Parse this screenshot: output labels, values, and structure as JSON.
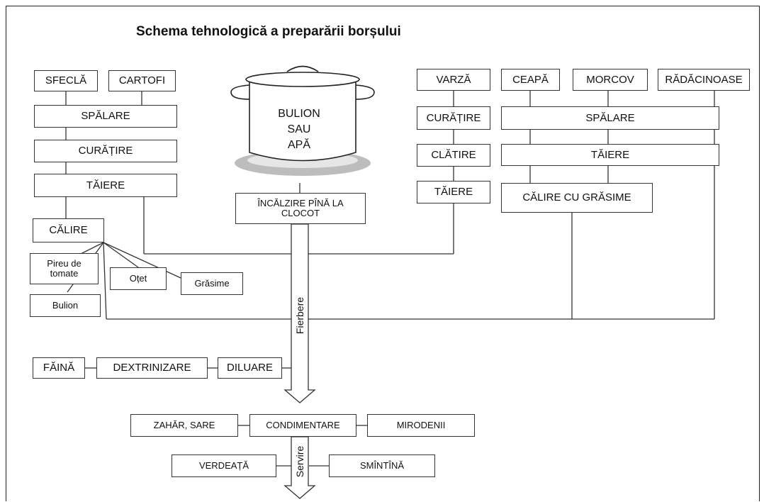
{
  "title": "Schema tehnologică a preparării borșului",
  "left_column": {
    "sfecla": "SFECLĂ",
    "cartofi": "CARTOFI",
    "spalare": "SPĂLARE",
    "curatire": "CURĂȚIRE",
    "taiere": "TĂIERE",
    "calire": "CĂLIRE",
    "pireu": "Pireu de\ntomate",
    "otet": "Oțet",
    "grasime": "Grăsime",
    "bulion": "Bulion"
  },
  "center": {
    "pot_label_1": "BULION",
    "pot_label_2": "SAU",
    "pot_label_3": "APĂ",
    "incalzire": "ÎNCĂLZIRE PÎNĂ LA\nCLOCOT",
    "fierbere": "Fierbere",
    "servire": "Servire"
  },
  "right_column": {
    "varza": "VARZĂ",
    "curatire": "CURĂȚIRE",
    "clatire": "CLĂTIRE",
    "taiere": "TĂIERE",
    "ceapa": "CEAPĂ",
    "morcov": "MORCOV",
    "radacinoase": "RĂDĂCINOASE",
    "spalare": "SPĂLARE",
    "taiere2": "TĂIERE",
    "calire": "CĂLIRE CU GRĂSIME"
  },
  "lower": {
    "faina": "FĂINĂ",
    "dextrinizare": "DEXTRINIZARE",
    "diluare": "DILUARE",
    "zahar": "ZAHĂR, SARE",
    "condimentare": "CONDIMENTARE",
    "mirodenii": "MIRODENII",
    "verdeata": "VERDEAȚĂ",
    "smantana": "SMÎNTÎNĂ"
  }
}
